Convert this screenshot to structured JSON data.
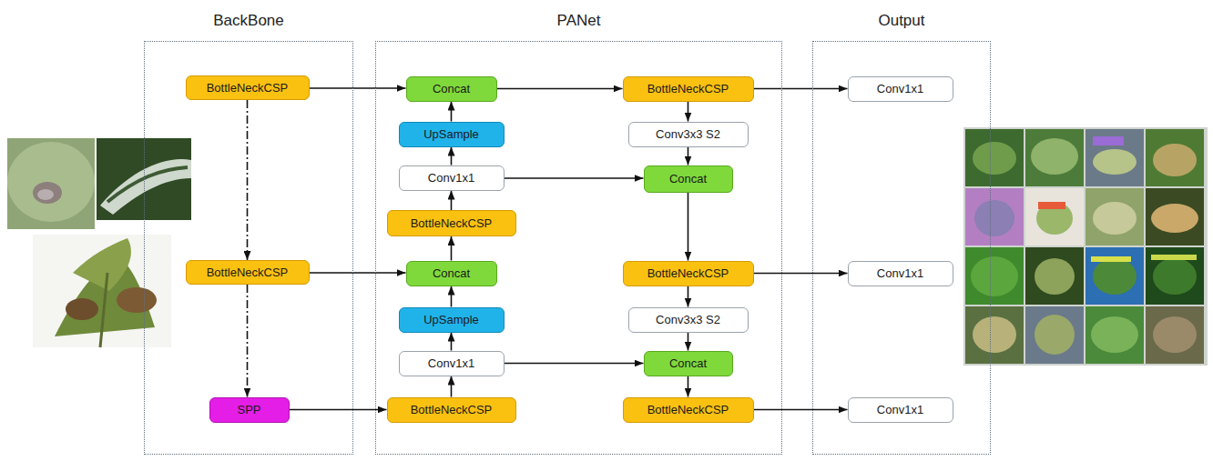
{
  "diagram": {
    "nodes": [
      {
        "text": [
          "BackBone"
        ]
      },
      {
        "text": [
          "BottleNeckCSP"
        ],
        "in": 0
      },
      {
        "text": [
          "BottleNeckCSP"
        ],
        "in": 0
      },
      {
        "text": [
          "SPP"
        ],
        "in": 0
      },
      {
        "text": [
          "PANet"
        ]
      },
      {
        "text": [
          "Concat"
        ],
        "in": 4
      },
      {
        "text": [
          "UpSample"
        ],
        "in": 4
      },
      {
        "text": [
          "Conv1x1"
        ],
        "in": 4
      },
      {
        "text": [
          "BottleNeckCSP"
        ],
        "in": 4
      },
      {
        "text": [
          "Concat"
        ],
        "in": 4
      },
      {
        "text": [
          "UpSample"
        ],
        "in": 4
      },
      {
        "text": [
          "Conv1x1"
        ],
        "in": 4
      },
      {
        "text": [
          "BottleNeckCSP"
        ],
        "in": 4
      },
      {
        "text": [
          "BottleNeckCSP"
        ],
        "in": 4
      },
      {
        "text": [
          "Conv3x3 S2"
        ],
        "in": 4
      },
      {
        "text": [
          "Concat"
        ],
        "in": 4
      },
      {
        "text": [
          "BottleNeckCSP"
        ],
        "in": 4
      },
      {
        "text": [
          "Conv3x3 S2"
        ],
        "in": 4
      },
      {
        "text": [
          "Concat"
        ],
        "in": 4
      },
      {
        "text": [
          "BottleNeckCSP"
        ],
        "in": 4
      },
      {
        "text": [
          "Output"
        ]
      },
      {
        "text": [
          "Conv1x1"
        ],
        "in": 20
      },
      {
        "text": [
          "Conv1x1"
        ],
        "in": 20
      },
      {
        "text": [
          "Conv1x1"
        ],
        "in": 20
      }
    ],
    "edges": [
      {
        "from": 1,
        "to": 5,
        "arrow": "to"
      },
      {
        "from": 1,
        "to": 2,
        "arrow": "to"
      },
      {
        "from": 2,
        "to": 3,
        "arrow": "to"
      },
      {
        "from": 3,
        "to": 12,
        "arrow": "to"
      },
      {
        "from": 12,
        "to": 11,
        "arrow": "to"
      },
      {
        "from": 11,
        "to": 10,
        "arrow": "to"
      },
      {
        "from": 10,
        "to": 9,
        "arrow": "to"
      },
      {
        "from": 2,
        "to": 9,
        "arrow": "to"
      },
      {
        "from": 9,
        "to": 8,
        "arrow": "to"
      },
      {
        "from": 8,
        "to": 7,
        "arrow": "to"
      },
      {
        "from": 7,
        "to": 6,
        "arrow": "to"
      },
      {
        "from": 6,
        "to": 5,
        "arrow": "to"
      },
      {
        "from": 5,
        "to": 13,
        "arrow": "to"
      },
      {
        "from": 13,
        "to": 14,
        "arrow": "to"
      },
      {
        "from": 14,
        "to": 15,
        "arrow": "to"
      },
      {
        "from": 7,
        "to": 15,
        "arrow": "to"
      },
      {
        "from": 15,
        "to": 16,
        "arrow": "to"
      },
      {
        "from": 16,
        "to": 17,
        "arrow": "to"
      },
      {
        "from": 17,
        "to": 18,
        "arrow": "to"
      },
      {
        "from": 11,
        "to": 18,
        "arrow": "to"
      },
      {
        "from": 18,
        "to": 19,
        "arrow": "to"
      },
      {
        "from": 13,
        "to": 21,
        "arrow": "to"
      },
      {
        "from": 16,
        "to": 22,
        "arrow": "to"
      },
      {
        "from": 19,
        "to": 23,
        "arrow": "to"
      }
    ]
  }
}
